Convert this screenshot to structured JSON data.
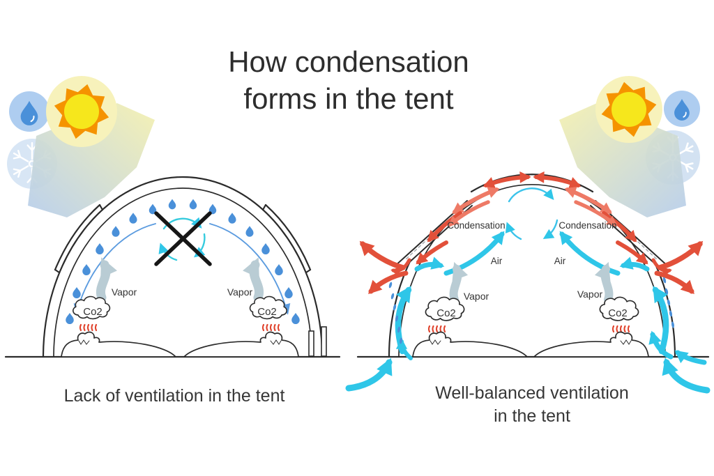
{
  "title": {
    "line1": "How condensation",
    "line2": "forms in the tent"
  },
  "left_diagram": {
    "caption": "Lack of ventilation in the tent",
    "vapor_label": "Vapor",
    "co2_label": "Co2"
  },
  "right_diagram": {
    "caption_line1": "Well-balanced ventilation",
    "caption_line2": "in the tent",
    "condensation_label": "Condensation",
    "air_label": "Air",
    "vapor_label": "Vapor",
    "co2_label": "Co2"
  },
  "icons": {
    "left_weather_cluster": [
      "water-drop-icon",
      "sun-icon",
      "snowflake-icon",
      "sunlight-beam"
    ],
    "right_weather_cluster": [
      "sun-icon",
      "water-drop-icon",
      "snowflake-icon",
      "sunlight-beam"
    ],
    "left_tent": [
      "no-circulation-icon",
      "condensation-droplets",
      "vapor-arrows",
      "co2-clouds",
      "body-heat-marks",
      "sleeping-people"
    ],
    "right_tent": [
      "air-circulation-icon",
      "warm-air-arrows",
      "fresh-air-arrows",
      "vent-flaps",
      "vapor-arrows",
      "co2-clouds",
      "body-heat-marks",
      "sleeping-people"
    ]
  },
  "colors": {
    "ink": "#2b2b2b",
    "text": "#333333",
    "droplet_blue": "#4a90d9",
    "arc_blue": "#5b9bdf",
    "cyan": "#2fc6e8",
    "red": "#e2503a",
    "red_light": "#ee7a66",
    "vapor_gray": "#b9ccd4",
    "heat_red": "#e0432d",
    "sun_orange": "#f59300",
    "sun_yellow": "#f6e71c",
    "halo_yellow": "#f7f2bb",
    "drop_circle_bg": "#aecdf0",
    "flake_circle_bg": "#d8e6f5"
  }
}
